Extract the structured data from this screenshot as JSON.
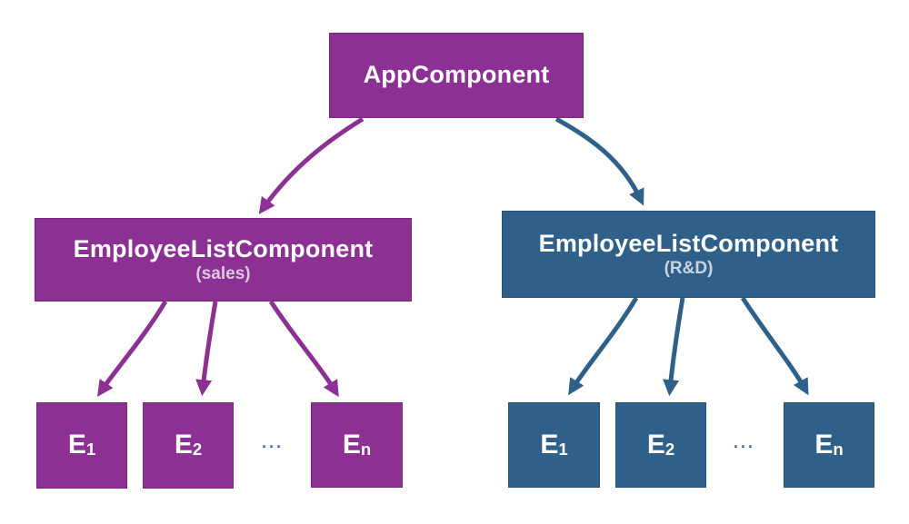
{
  "diagram": {
    "root": {
      "label": "AppComponent"
    },
    "groups": [
      {
        "id": "sales",
        "label": "EmployeeListComponent",
        "sublabel": "(sales)",
        "color": "#8C3094",
        "ellipsis": "...",
        "children": [
          {
            "base": "E",
            "sub": "1"
          },
          {
            "base": "E",
            "sub": "2"
          },
          {
            "base": "E",
            "sub": "n"
          }
        ]
      },
      {
        "id": "rnd",
        "label": "EmployeeListComponent",
        "sublabel": "(R&D)",
        "color": "#2F608A",
        "ellipsis": "...",
        "children": [
          {
            "base": "E",
            "sub": "1"
          },
          {
            "base": "E",
            "sub": "2"
          },
          {
            "base": "E",
            "sub": "n"
          }
        ]
      }
    ],
    "colors": {
      "purple": "#8C3094",
      "blue": "#2F608A",
      "background": "#FFFFFF",
      "label_text": "#FFFFFF",
      "sublabel_purple": "#DCC8E0",
      "sublabel_blue": "#C9D5E0",
      "ellipsis_text": "#4C6E94"
    }
  }
}
